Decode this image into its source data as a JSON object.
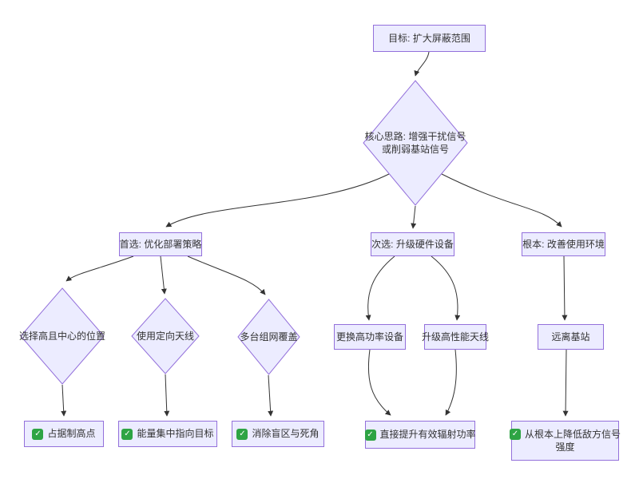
{
  "theme": {
    "bg": "#ffffff",
    "node-fill": "#ececff",
    "node-border": "#9370db",
    "edge": "#333333",
    "text": "#333333",
    "check-bg": "#2ea444",
    "check-fg": "#ffffff"
  },
  "ui": {
    "check_glyph": "✓"
  },
  "nodes": {
    "goal": {
      "label": "目标: 扩大屏蔽范围"
    },
    "core": {
      "line1": "核心思路: 增强干扰信号",
      "line2": "或削弱基站信号"
    },
    "strategy": {
      "label": "首选: 优化部署策略"
    },
    "hardware": {
      "label": "次选: 升级硬件设备"
    },
    "environment": {
      "label": "根本: 改善使用环境"
    },
    "position": {
      "label": "选择高且中心的位置"
    },
    "dir_antenna": {
      "label": "使用定向天线"
    },
    "network": {
      "label": "多台组网覆盖"
    },
    "high_power": {
      "label": "更换高功率设备"
    },
    "perf_antenna": {
      "label": "升级高性能天线"
    },
    "far_base": {
      "label": "远离基站"
    },
    "r_high_ground": {
      "label": "占据制高点"
    },
    "r_energy": {
      "label": "能量集中指向目标"
    },
    "r_blind": {
      "label": "消除盲区与死角"
    },
    "r_erp": {
      "label": "直接提升有效辐射功率"
    },
    "r_weaken": {
      "line1": "从根本上降低敌方信号",
      "line2": "强度"
    }
  }
}
